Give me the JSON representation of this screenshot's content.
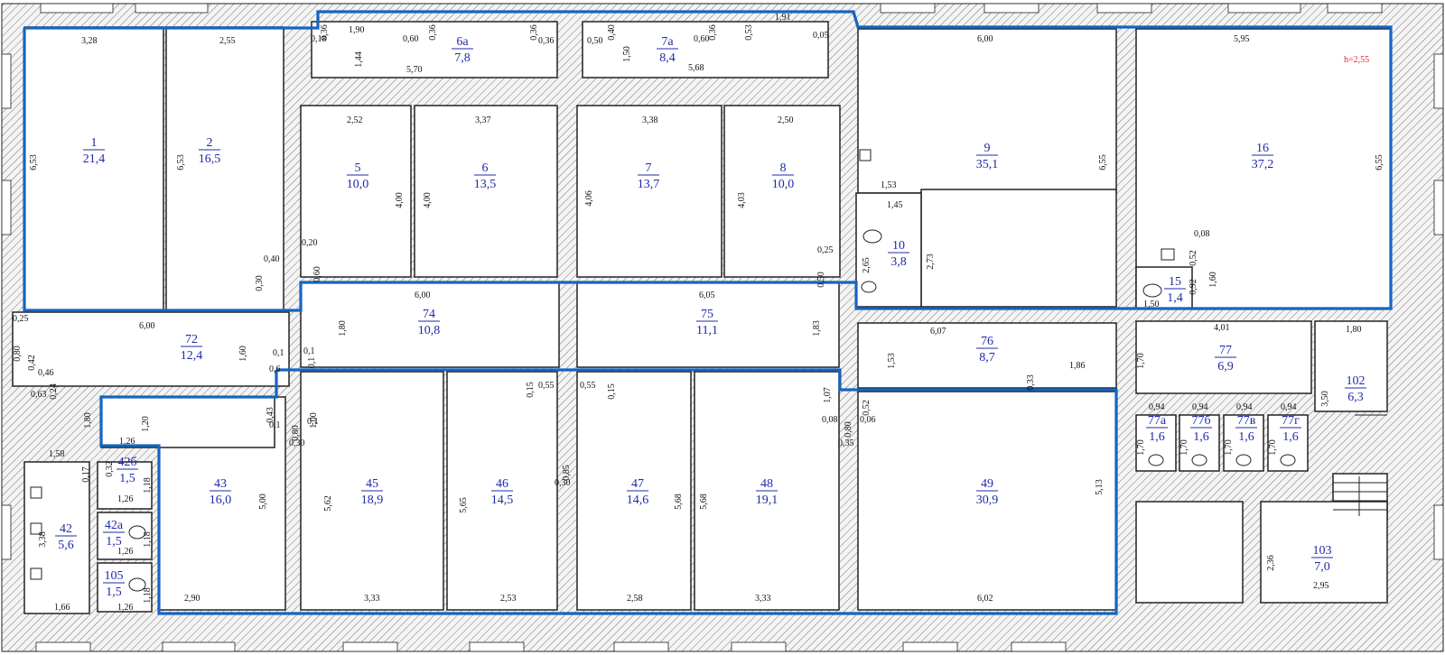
{
  "height_note": "h=2,55",
  "rooms": [
    {
      "id": "r1",
      "number": "1",
      "area": "21,4"
    },
    {
      "id": "r2",
      "number": "2",
      "area": "16,5"
    },
    {
      "id": "r6a",
      "number": "6а",
      "area": "7,8"
    },
    {
      "id": "r7a",
      "number": "7а",
      "area": "8,4"
    },
    {
      "id": "r5",
      "number": "5",
      "area": "10,0"
    },
    {
      "id": "r6",
      "number": "6",
      "area": "13,5"
    },
    {
      "id": "r7",
      "number": "7",
      "area": "13,7"
    },
    {
      "id": "r8",
      "number": "8",
      "area": "10,0"
    },
    {
      "id": "r9",
      "number": "9",
      "area": "35,1"
    },
    {
      "id": "r16",
      "number": "16",
      "area": "37,2"
    },
    {
      "id": "r10",
      "number": "10",
      "area": "3,8"
    },
    {
      "id": "r15",
      "number": "15",
      "area": "1,4"
    },
    {
      "id": "r72",
      "number": "72",
      "area": "12,4"
    },
    {
      "id": "r74",
      "number": "74",
      "area": "10,8"
    },
    {
      "id": "r75",
      "number": "75",
      "area": "11,1"
    },
    {
      "id": "r76",
      "number": "76",
      "area": "8,7"
    },
    {
      "id": "r77",
      "number": "77",
      "area": "6,9"
    },
    {
      "id": "r102",
      "number": "102",
      "area": "6,3"
    },
    {
      "id": "r77a",
      "number": "77а",
      "area": "1,6"
    },
    {
      "id": "r77b",
      "number": "77б",
      "area": "1,6"
    },
    {
      "id": "r77v",
      "number": "77в",
      "area": "1,6"
    },
    {
      "id": "r77g",
      "number": "77г",
      "area": "1,6"
    },
    {
      "id": "r43",
      "number": "43",
      "area": "16,0"
    },
    {
      "id": "r45",
      "number": "45",
      "area": "18,9"
    },
    {
      "id": "r46",
      "number": "46",
      "area": "14,5"
    },
    {
      "id": "r47",
      "number": "47",
      "area": "14,6"
    },
    {
      "id": "r48",
      "number": "48",
      "area": "19,1"
    },
    {
      "id": "r49",
      "number": "49",
      "area": "30,9"
    },
    {
      "id": "r42b",
      "number": "42б",
      "area": "1,5"
    },
    {
      "id": "r42",
      "number": "42",
      "area": "5,6"
    },
    {
      "id": "r42a",
      "number": "42а",
      "area": "1,5"
    },
    {
      "id": "r105",
      "number": "105",
      "area": "1,5"
    },
    {
      "id": "r103",
      "number": "103",
      "area": "7,0"
    }
  ],
  "dimensions": [
    {
      "id": "d1",
      "text": "3,28",
      "dir": "h"
    },
    {
      "id": "d2",
      "text": "2,55",
      "dir": "h"
    },
    {
      "id": "d3",
      "text": "0,36",
      "dir": "v"
    },
    {
      "id": "d4",
      "text": "0,18",
      "dir": "h"
    },
    {
      "id": "d5",
      "text": "1,90",
      "dir": "h"
    },
    {
      "id": "d6",
      "text": "0,60",
      "dir": "h"
    },
    {
      "id": "d7",
      "text": "0,36",
      "dir": "v"
    },
    {
      "id": "d8",
      "text": "0,36",
      "dir": "v"
    },
    {
      "id": "d9",
      "text": "0,36",
      "dir": "h"
    },
    {
      "id": "d10",
      "text": "0,40",
      "dir": "v"
    },
    {
      "id": "d11",
      "text": "0,50",
      "dir": "h"
    },
    {
      "id": "d12",
      "text": "0,36",
      "dir": "v"
    },
    {
      "id": "d13",
      "text": "0,60",
      "dir": "h"
    },
    {
      "id": "d14",
      "text": "0,53",
      "dir": "v"
    },
    {
      "id": "d15",
      "text": "1,91",
      "dir": "h"
    },
    {
      "id": "d16",
      "text": "0,05",
      "dir": "h"
    },
    {
      "id": "d17",
      "text": "1,44",
      "dir": "v"
    },
    {
      "id": "d18",
      "text": "1,50",
      "dir": "v"
    },
    {
      "id": "d19",
      "text": "5,70",
      "dir": "h"
    },
    {
      "id": "d20",
      "text": "5,68",
      "dir": "h"
    },
    {
      "id": "d21",
      "text": "6,00",
      "dir": "h"
    },
    {
      "id": "d22",
      "text": "5,95",
      "dir": "h"
    },
    {
      "id": "d23",
      "text": "6,53",
      "dir": "v"
    },
    {
      "id": "d24",
      "text": "6,53",
      "dir": "v"
    },
    {
      "id": "d25",
      "text": "2,52",
      "dir": "h"
    },
    {
      "id": "d26",
      "text": "3,37",
      "dir": "h"
    },
    {
      "id": "d27",
      "text": "3,38",
      "dir": "h"
    },
    {
      "id": "d28",
      "text": "2,50",
      "dir": "h"
    },
    {
      "id": "d29",
      "text": "6,55",
      "dir": "v"
    },
    {
      "id": "d30",
      "text": "6,55",
      "dir": "v"
    },
    {
      "id": "d31",
      "text": "4,00",
      "dir": "v"
    },
    {
      "id": "d32",
      "text": "4,00",
      "dir": "v"
    },
    {
      "id": "d33",
      "text": "4,06",
      "dir": "v"
    },
    {
      "id": "d34",
      "text": "4,03",
      "dir": "v"
    },
    {
      "id": "d35",
      "text": "1,53",
      "dir": "h"
    },
    {
      "id": "d36",
      "text": "1,45",
      "dir": "h"
    },
    {
      "id": "d37",
      "text": "2,73",
      "dir": "v"
    },
    {
      "id": "d38",
      "text": "2,65",
      "dir": "v"
    },
    {
      "id": "d39",
      "text": "0,25",
      "dir": "h"
    },
    {
      "id": "d40",
      "text": "0,50",
      "dir": "v"
    },
    {
      "id": "d41",
      "text": "0,20",
      "dir": "h"
    },
    {
      "id": "d42",
      "text": "0,60",
      "dir": "v"
    },
    {
      "id": "d43",
      "text": "0,40",
      "dir": "h"
    },
    {
      "id": "d44",
      "text": "0,30",
      "dir": "v"
    },
    {
      "id": "d45",
      "text": "0,08",
      "dir": "h"
    },
    {
      "id": "d46",
      "text": "0,52",
      "dir": "v"
    },
    {
      "id": "d47",
      "text": "0,92",
      "dir": "v"
    },
    {
      "id": "d48",
      "text": "1,60",
      "dir": "v"
    },
    {
      "id": "d49",
      "text": "1,50",
      "dir": "h"
    },
    {
      "id": "d50",
      "text": "6,00",
      "dir": "h"
    },
    {
      "id": "d51",
      "text": "6,05",
      "dir": "h"
    },
    {
      "id": "d52",
      "text": "1,80",
      "dir": "v"
    },
    {
      "id": "d53",
      "text": "1,83",
      "dir": "v"
    },
    {
      "id": "d54",
      "text": "6,00",
      "dir": "h"
    },
    {
      "id": "d55",
      "text": "1,60",
      "dir": "v"
    },
    {
      "id": "d56",
      "text": "0,25",
      "dir": "h"
    },
    {
      "id": "d57",
      "text": "0,80",
      "dir": "v"
    },
    {
      "id": "d58",
      "text": "0,42",
      "dir": "v"
    },
    {
      "id": "d59",
      "text": "0,46",
      "dir": "h"
    },
    {
      "id": "d60",
      "text": "0,24",
      "dir": "v"
    },
    {
      "id": "d61",
      "text": "0,63",
      "dir": "h"
    },
    {
      "id": "d62",
      "text": "0,1",
      "dir": "h"
    },
    {
      "id": "d63",
      "text": "0,1",
      "dir": "h"
    },
    {
      "id": "d64",
      "text": "0,1",
      "dir": "v"
    },
    {
      "id": "d65",
      "text": "0,6",
      "dir": "h"
    },
    {
      "id": "d66",
      "text": "6,07",
      "dir": "h"
    },
    {
      "id": "d67",
      "text": "1,53",
      "dir": "v"
    },
    {
      "id": "d68",
      "text": "0,33",
      "dir": "v"
    },
    {
      "id": "d69",
      "text": "1,86",
      "dir": "h"
    },
    {
      "id": "d70",
      "text": "4,01",
      "dir": "h"
    },
    {
      "id": "d71",
      "text": "1,80",
      "dir": "h"
    },
    {
      "id": "d72",
      "text": "1,70",
      "dir": "v"
    },
    {
      "id": "d73",
      "text": "3,50",
      "dir": "v"
    },
    {
      "id": "d74",
      "text": "1,80",
      "dir": "v"
    },
    {
      "id": "d75",
      "text": "1,20",
      "dir": "v"
    },
    {
      "id": "d76",
      "text": "0,43",
      "dir": "v"
    },
    {
      "id": "d77",
      "text": "0,1",
      "dir": "h"
    },
    {
      "id": "d78",
      "text": "1,00",
      "dir": "v"
    },
    {
      "id": "d79",
      "text": "0,1",
      "dir": "h"
    },
    {
      "id": "d80",
      "text": "0,15",
      "dir": "v"
    },
    {
      "id": "d81",
      "text": "0,55",
      "dir": "h"
    },
    {
      "id": "d82",
      "text": "0,55",
      "dir": "h"
    },
    {
      "id": "d83",
      "text": "0,15",
      "dir": "v"
    },
    {
      "id": "d84",
      "text": "1,07",
      "dir": "v"
    },
    {
      "id": "d85",
      "text": "0,52",
      "dir": "v"
    },
    {
      "id": "d86",
      "text": "0,08",
      "dir": "h"
    },
    {
      "id": "d87",
      "text": "0,80",
      "dir": "v"
    },
    {
      "id": "d88",
      "text": "0,06",
      "dir": "h"
    },
    {
      "id": "d89",
      "text": "0,35",
      "dir": "h"
    },
    {
      "id": "d90",
      "text": "1,26",
      "dir": "h"
    },
    {
      "id": "d91",
      "text": "0,80",
      "dir": "v"
    },
    {
      "id": "d92",
      "text": "0,30",
      "dir": "h"
    },
    {
      "id": "d93",
      "text": "1,58",
      "dir": "h"
    },
    {
      "id": "d94",
      "text": "0,32",
      "dir": "v"
    },
    {
      "id": "d95",
      "text": "0,17",
      "dir": "v"
    },
    {
      "id": "d96",
      "text": "1,18",
      "dir": "v"
    },
    {
      "id": "d97",
      "text": "1,26",
      "dir": "h"
    },
    {
      "id": "d98",
      "text": "5,00",
      "dir": "v"
    },
    {
      "id": "d99",
      "text": "5,62",
      "dir": "v"
    },
    {
      "id": "d100",
      "text": "5,65",
      "dir": "v"
    },
    {
      "id": "d101",
      "text": "0,85",
      "dir": "v"
    },
    {
      "id": "d102",
      "text": "0,30",
      "dir": "h"
    },
    {
      "id": "d103",
      "text": "5,68",
      "dir": "v"
    },
    {
      "id": "d104",
      "text": "5,68",
      "dir": "v"
    },
    {
      "id": "d105",
      "text": "5,13",
      "dir": "v"
    },
    {
      "id": "d106",
      "text": "3,38",
      "dir": "v"
    },
    {
      "id": "d107",
      "text": "1,18",
      "dir": "v"
    },
    {
      "id": "d108",
      "text": "1,26",
      "dir": "h"
    },
    {
      "id": "d109",
      "text": "1,18",
      "dir": "v"
    },
    {
      "id": "d110",
      "text": "1,26",
      "dir": "h"
    },
    {
      "id": "d111",
      "text": "1,66",
      "dir": "h"
    },
    {
      "id": "d112",
      "text": "2,90",
      "dir": "h"
    },
    {
      "id": "d113",
      "text": "3,33",
      "dir": "h"
    },
    {
      "id": "d114",
      "text": "2,53",
      "dir": "h"
    },
    {
      "id": "d115",
      "text": "2,58",
      "dir": "h"
    },
    {
      "id": "d116",
      "text": "3,33",
      "dir": "h"
    },
    {
      "id": "d117",
      "text": "6,02",
      "dir": "h"
    },
    {
      "id": "d118",
      "text": "0,94",
      "dir": "h"
    },
    {
      "id": "d119",
      "text": "0,94",
      "dir": "h"
    },
    {
      "id": "d120",
      "text": "0,94",
      "dir": "h"
    },
    {
      "id": "d121",
      "text": "0,94",
      "dir": "h"
    },
    {
      "id": "d122",
      "text": "1,70",
      "dir": "v"
    },
    {
      "id": "d123",
      "text": "1,70",
      "dir": "v"
    },
    {
      "id": "d124",
      "text": "1,70",
      "dir": "v"
    },
    {
      "id": "d125",
      "text": "1,70",
      "dir": "v"
    },
    {
      "id": "d126",
      "text": "2,36",
      "dir": "v"
    },
    {
      "id": "d127",
      "text": "2,95",
      "dir": "h"
    }
  ]
}
